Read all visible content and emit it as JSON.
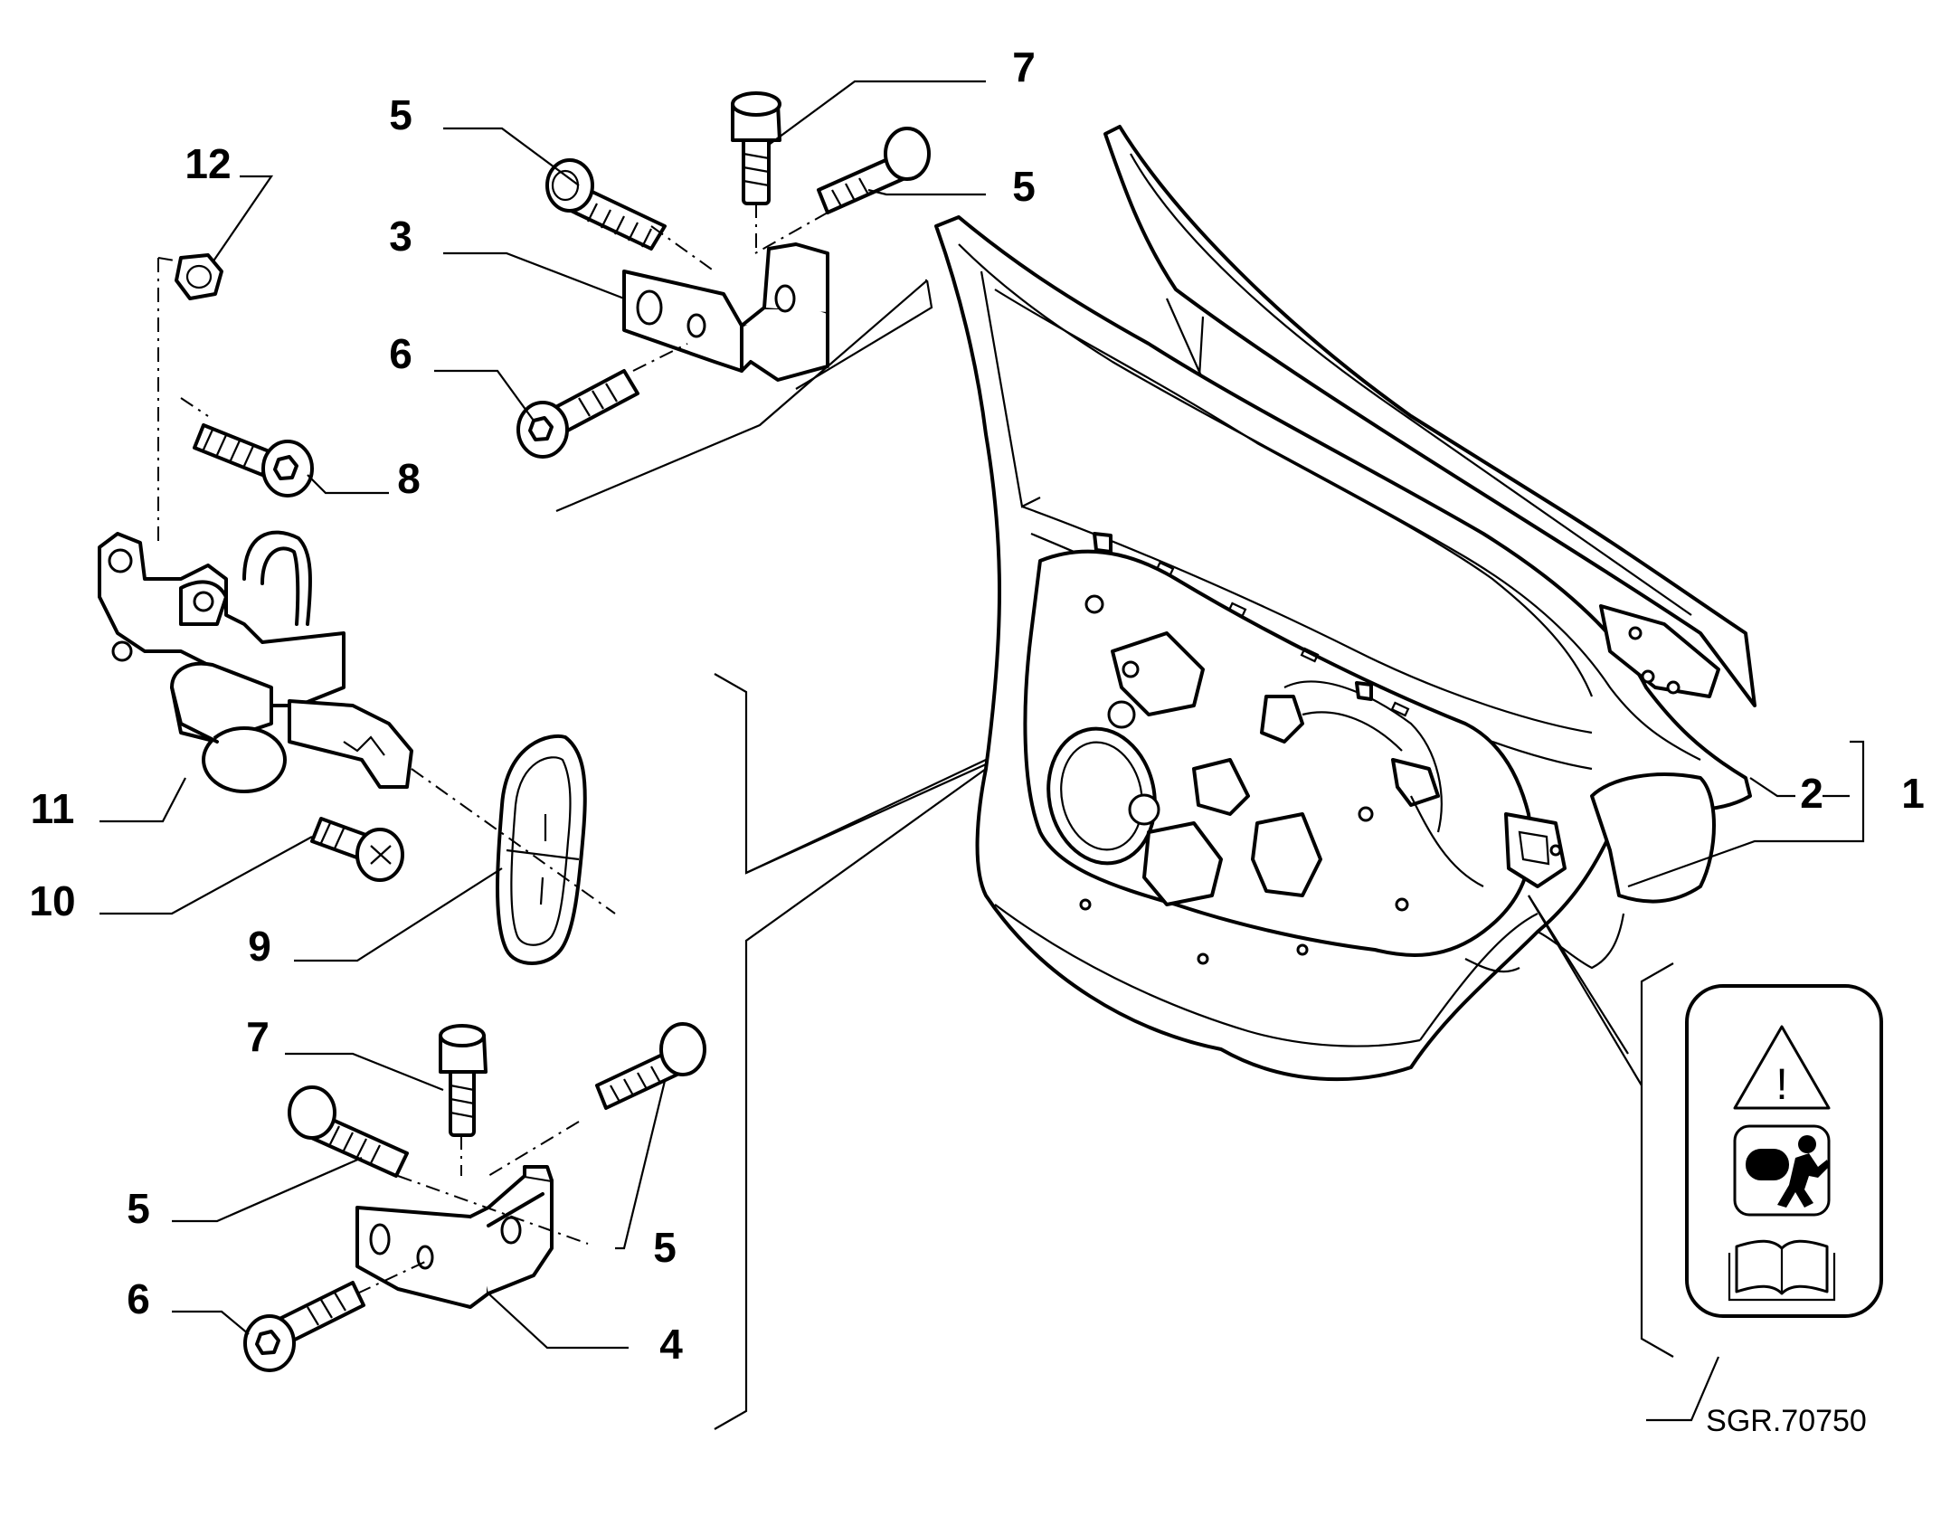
{
  "callouts": {
    "c1": "1",
    "c2": "2",
    "c3": "3",
    "c4": "4",
    "c5a": "5",
    "c5b": "5",
    "c5c": "5",
    "c5d": "5",
    "c6a": "6",
    "c6b": "6",
    "c7a": "7",
    "c7b": "7",
    "c8": "8",
    "c9": "9",
    "c10": "10",
    "c11": "11",
    "c12": "12"
  },
  "reference_code": "SGR.70750",
  "warning_panel": {
    "icons": [
      "warning-triangle-icon",
      "airbag-icon",
      "manual-book-icon"
    ],
    "warning_mark": "!"
  }
}
